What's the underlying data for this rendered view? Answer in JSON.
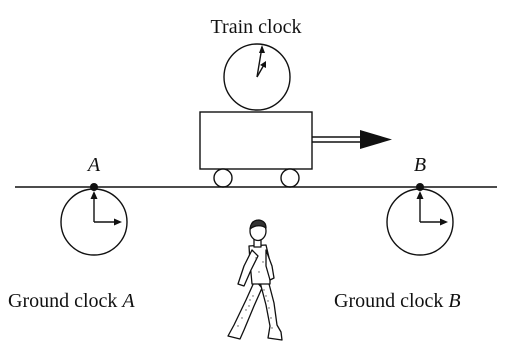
{
  "figure": {
    "labels": {
      "train_clock": "Train clock",
      "point_a": "A",
      "point_b": "B",
      "ground_clock_a_text": "Ground clock ",
      "ground_clock_a_letter": "A",
      "ground_clock_b_text": "Ground clock ",
      "ground_clock_b_letter": "B"
    },
    "colors": {
      "ink": "#111111",
      "background": "#ffffff"
    }
  }
}
